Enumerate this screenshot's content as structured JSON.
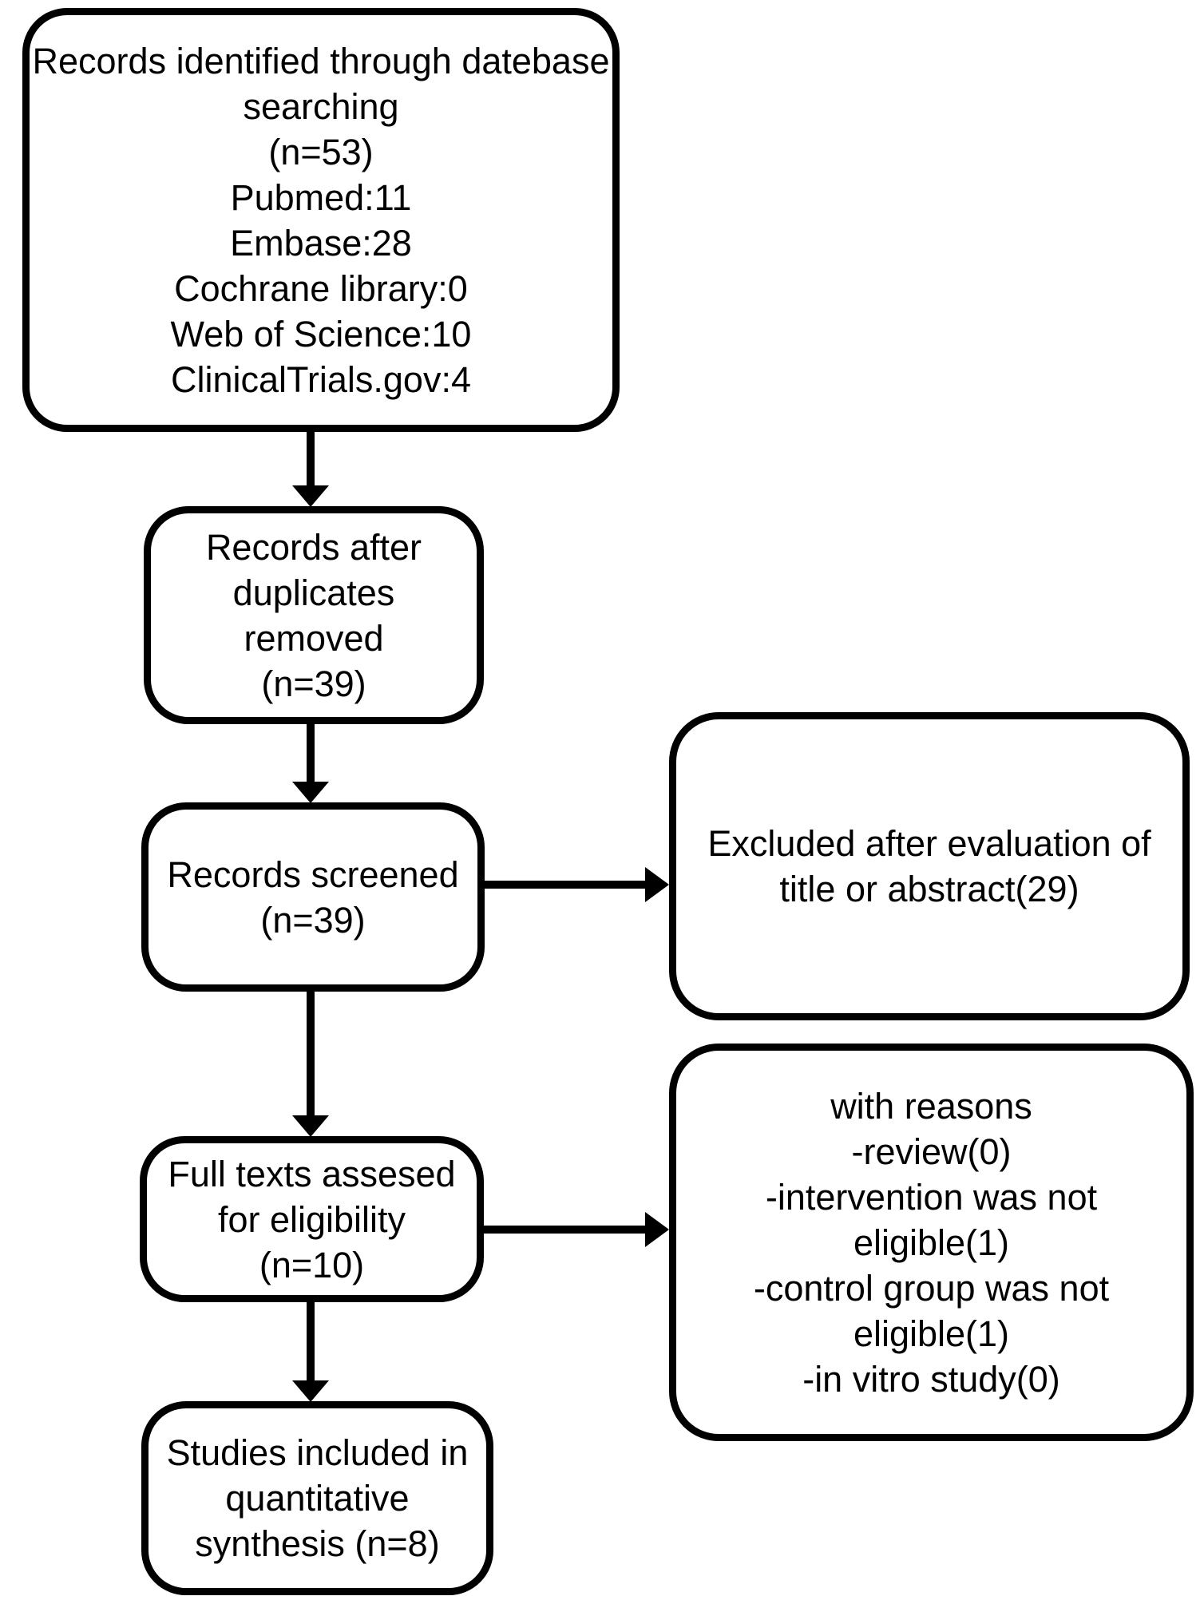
{
  "figure": {
    "type": "prisma-flow-diagram",
    "background_color": "#ffffff",
    "stroke_color": "#000000",
    "boxes": {
      "identification": {
        "lines": [
          "Records identified through datebase",
          "searching",
          "(n=53)",
          "Pubmed:11",
          "Embase:28",
          "Cochrane library:0",
          "Web of Science:10",
          "ClinicalTrials.gov:4"
        ]
      },
      "duplicates_removed": {
        "lines": [
          "Records after",
          "duplicates",
          "removed",
          "(n=39)"
        ]
      },
      "screened": {
        "lines": [
          "Records screened",
          "(n=39)"
        ]
      },
      "excluded_title_abstract": {
        "lines": [
          "Excluded after evaluation of",
          "title or abstract(29)"
        ]
      },
      "full_text_assessed": {
        "lines": [
          "Full texts assesed",
          "for eligibility",
          "(n=10)"
        ]
      },
      "excluded_with_reasons": {
        "lines": [
          "with reasons",
          "-review(0)",
          "-intervention was not",
          "eligible(1)",
          "-control group was not",
          "eligible(1)",
          "-in vitro study(0)"
        ]
      },
      "included_quantitative": {
        "lines": [
          "Studies included in",
          "quantitative",
          "synthesis (n=8)"
        ]
      }
    }
  }
}
